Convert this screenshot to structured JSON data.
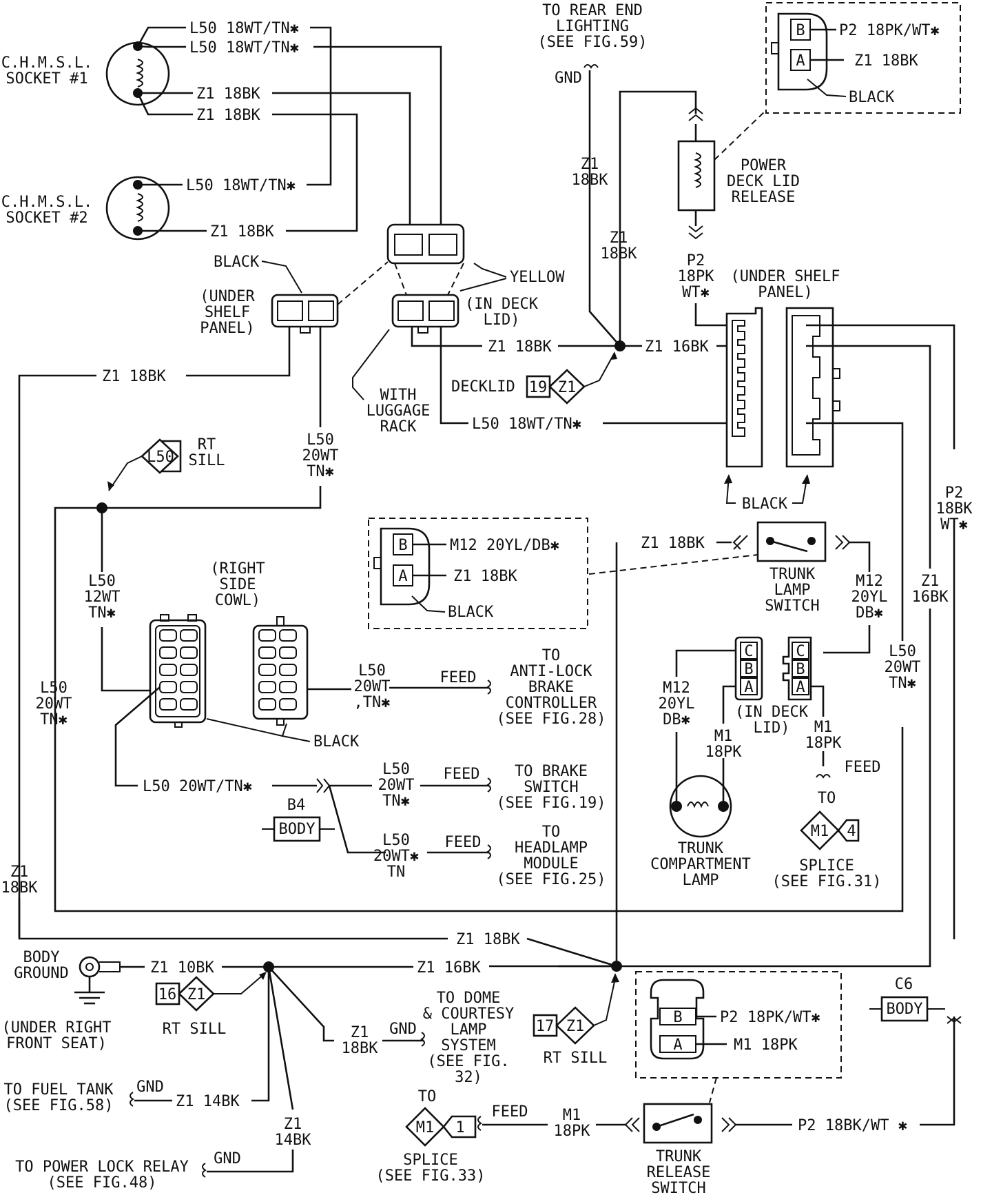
{
  "components": {
    "chmsl1": "C.H.M.S.L.|SOCKET #1",
    "chmsl2": "C.H.M.S.L.|SOCKET #2",
    "deck_release": "POWER|DECK LID|RELEASE",
    "trunk_lamp_switch": "TRUNK|LAMP|SWITCH",
    "trunk_lamp": "TRUNK|COMPARTMENT|LAMP",
    "trunk_release": "TRUNK|RELEASE|SWITCH",
    "body_ground": "BODY|GROUND",
    "under_right_front_seat": "(UNDER RIGHT|FRONT SEAT)"
  },
  "connector_labels": {
    "black": "BLACK",
    "yellow": "YELLOW",
    "under_shelf_left": "(UNDER|SHELF|PANEL)",
    "in_deck_lid_top": "(IN DECK|LID)",
    "with_luggage_rack": "WITH|LUGGAGE|RACK",
    "under_shelf_right": "(UNDER SHELF|PANEL)",
    "right_side_cowl": "(RIGHT|SIDE|COWL)",
    "in_deck_lid_lower": "(IN DECK|LID)",
    "pin_a": "A",
    "pin_b": "B",
    "pin_c": "C"
  },
  "splices": {
    "deck_splice": {
      "num": "19",
      "code": "Z1",
      "label": "DECKLID"
    },
    "l50_splice": {
      "code": "L50",
      "label": "RT|SILL"
    },
    "rt_sill_16": {
      "num": "16",
      "code": "Z1",
      "label": "RT SILL"
    },
    "rt_sill_17": {
      "num": "17",
      "code": "Z1",
      "label": "RT SILL"
    },
    "splice_m1_4": {
      "code": "M1",
      "num": "4",
      "to": "TO",
      "label": "SPLICE|(SEE FIG.31)"
    },
    "splice_m1_1": {
      "code": "M1",
      "num": "1",
      "to": "TO",
      "label": "SPLICE|(SEE FIG.33)"
    }
  },
  "body_boxes": {
    "b4": {
      "code": "B4",
      "text": "BODY"
    },
    "c6": {
      "code": "C6",
      "text": "BODY"
    }
  },
  "destinations": {
    "rear_end": "TO REAR END|LIGHTING|(SEE FIG.59)",
    "abs": "TO|ANTI-LOCK|BRAKE|CONTROLLER|(SEE FIG.28)",
    "brake_switch": "TO BRAKE|SWITCH|(SEE FIG.19)",
    "headlamp": "TO|HEADLAMP|MODULE|(SEE FIG.25)",
    "dome": "TO DOME|& COURTESY|LAMP|SYSTEM|(SEE FIG.|32)",
    "fuel_tank": "TO FUEL TANK|(SEE FIG.58)",
    "power_lock": "TO POWER LOCK RELAY|(SEE FIG.48)"
  },
  "words": {
    "gnd": "GND",
    "feed": "FEED"
  },
  "wires": {
    "l50_18wttn": "L50 18WT/TN✱",
    "z1_18bk": "Z1 18BK",
    "z1_16bk": "Z1 16BK",
    "z1_10bk": "Z1 10BK",
    "z1_14bk": "Z1 14BK",
    "z1_18bk_v": "Z1|18BK",
    "z1_16bk_v": "Z1|16BK",
    "z1_14bk_v": "Z1|14BK",
    "p2_18pkwt": "P2 18PK/WT✱",
    "p2_18pkwt_v": "P2|18PK|WT✱",
    "p2_18bkwt": "P2 18BK/WT ✱",
    "p2_18bkwt_v": "P2|18BK|WT✱",
    "m12_20yldb": "M12 20YL/DB✱",
    "m12_20yldb_v": "M12|20YL|DB✱",
    "m1_18pk": "M1 18PK",
    "m1_18pk_v": "M1|18PK",
    "l50_20wttn": "L50 20WT/TN✱",
    "l50_20wttn_v": "L50|20WT|TN✱",
    "l50_20wttn_v2": "L50|20WT|,TN✱",
    "l50_20wttn_v3": "L50|20WT✱|TN",
    "l50_12wttn_v": "L50|12WT|TN✱"
  }
}
